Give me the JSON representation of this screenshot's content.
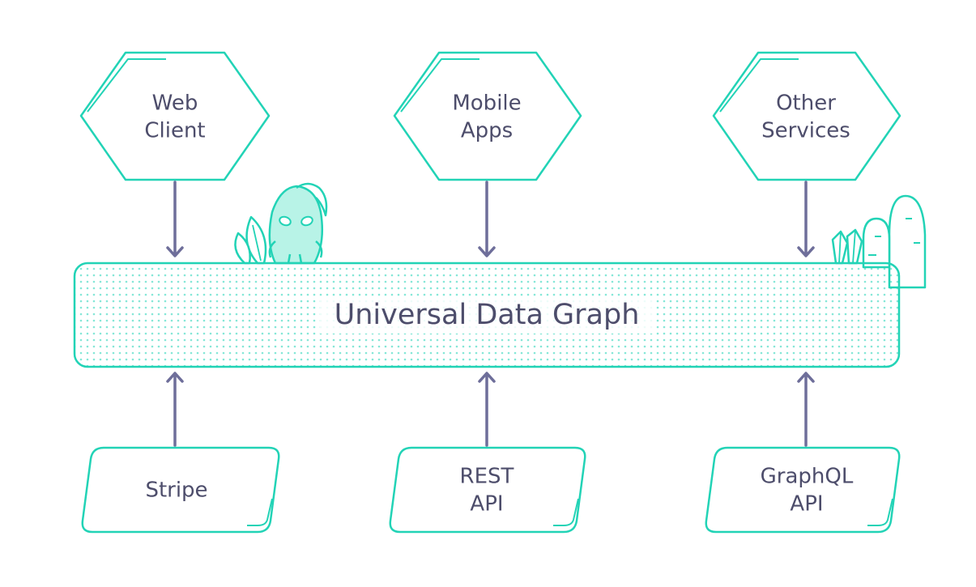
{
  "colors": {
    "accent": "#22d3b6",
    "text": "#4d4d6b",
    "arrow": "#6e6e9a",
    "background": "#ffffff"
  },
  "consumers": [
    {
      "line1": "Web",
      "line2": "Client"
    },
    {
      "line1": "Mobile",
      "line2": "Apps"
    },
    {
      "line1": "Other",
      "line2": "Services"
    }
  ],
  "graph": {
    "label": "Universal Data Graph"
  },
  "sources": [
    {
      "line1": "Stripe",
      "line2": ""
    },
    {
      "line1": "REST",
      "line2": "API"
    },
    {
      "line1": "GraphQL",
      "line2": "API"
    }
  ],
  "decorations": {
    "left": "alien-mascot-with-leaves-icon",
    "right": "crystals-and-cactus-icon"
  }
}
